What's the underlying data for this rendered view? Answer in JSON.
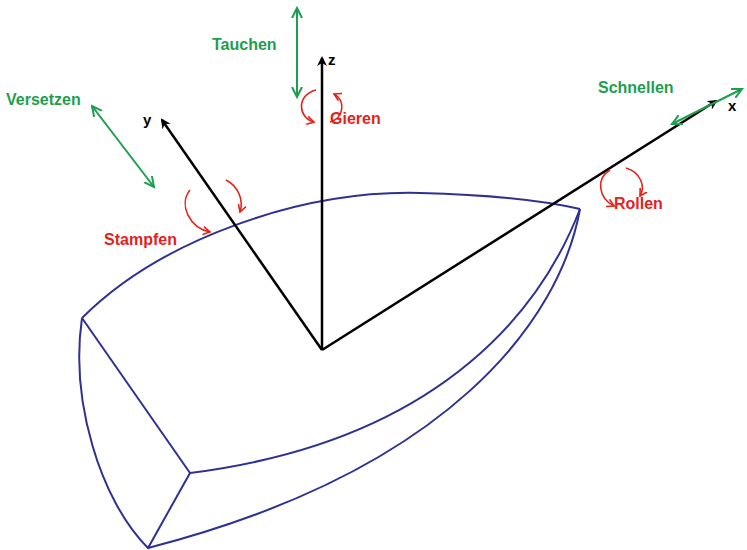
{
  "diagram": {
    "labels": [
      "Tauchen",
      "z",
      "Gieren",
      "Versetzen",
      "y",
      "Stampfen",
      "Schnellen",
      "x",
      "Rollen"
    ]
  }
}
